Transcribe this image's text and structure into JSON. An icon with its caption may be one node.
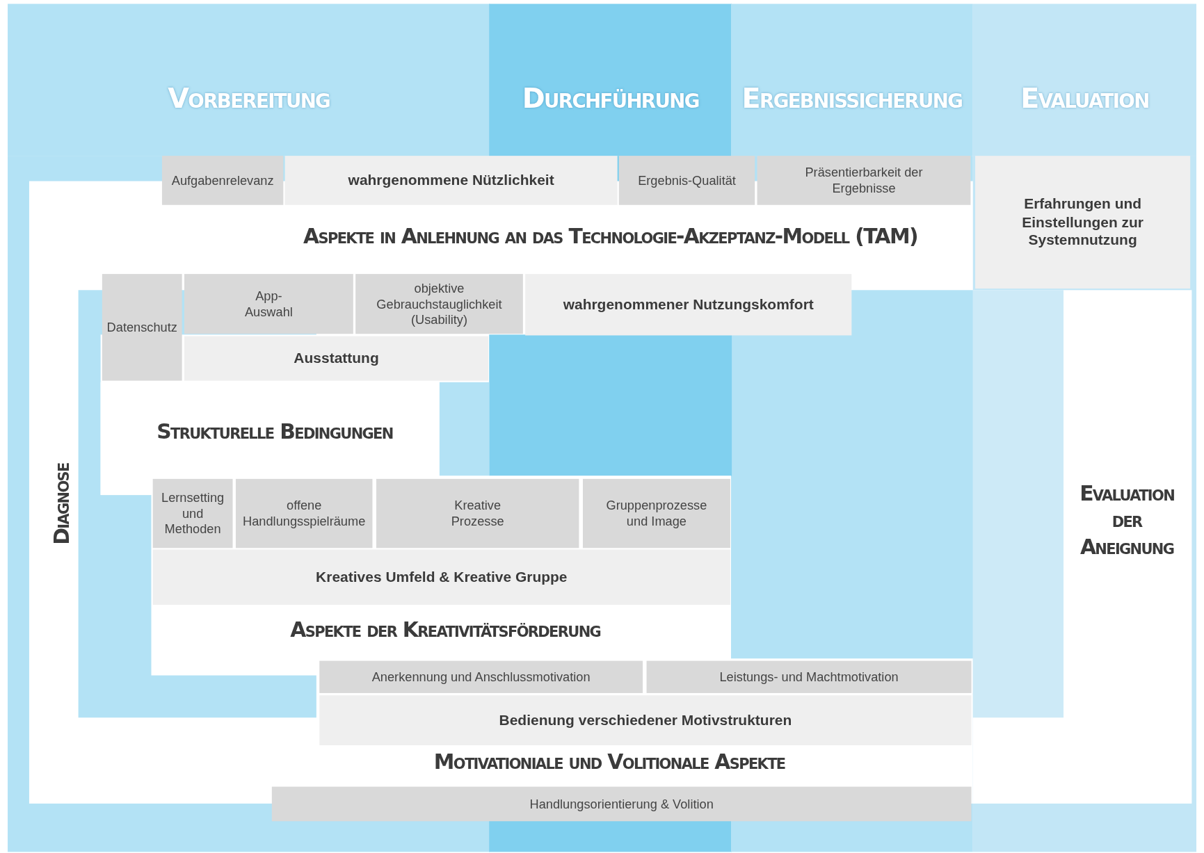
{
  "diagram": {
    "nodes": [
      {
        "text": [
          "Vorbereitung"
        ]
      },
      {
        "text": [
          "Durchführung"
        ]
      },
      {
        "text": [
          "Ergebnissicherung"
        ]
      },
      {
        "text": [
          "Evaluation"
        ]
      },
      {
        "text": [
          "Aufgabenrelevanz"
        ]
      },
      {
        "text": [
          "wahrgenommene Nützlichkeit"
        ]
      },
      {
        "text": [
          "Ergebnis-Qualität"
        ]
      },
      {
        "text": [
          "Präsentierbarkeit der Ergebnisse"
        ]
      },
      {
        "text": [
          "Erfahrungen und Einstellungen zur Systemnutzung"
        ]
      },
      {
        "text": [
          "Datenschutz"
        ]
      },
      {
        "text": [
          "App- Auswahl"
        ]
      },
      {
        "text": [
          "objektive Gebrauchstauglichkeit (Usability)"
        ]
      },
      {
        "text": [
          "wahrgenommener Nutzungskomfort"
        ]
      },
      {
        "text": [
          "Ausstattung"
        ]
      },
      {
        "text": [
          "Lernsetting und Methoden"
        ]
      },
      {
        "text": [
          "offene Handlungsspielräume"
        ]
      },
      {
        "text": [
          "Kreative Prozesse"
        ]
      },
      {
        "text": [
          "Gruppenprozesse und Image"
        ]
      },
      {
        "text": [
          "Kreatives Umfeld & Kreative Gruppe"
        ]
      },
      {
        "text": [
          "Anerkennung und Anschlussmotivation"
        ]
      },
      {
        "text": [
          "Leistungs- und Machtmotivation"
        ]
      },
      {
        "text": [
          "Bedienung verschiedener Motivstrukturen"
        ]
      },
      {
        "text": [
          "Handlungsorientierung & Volition"
        ]
      }
    ],
    "labels": [
      "Aspekte in Anlehnung an das Technologie-Akzeptanz-Modell (TAM)",
      "Strukturelle Bedingungen",
      "Diagnose",
      "Evaluation der Aneignung",
      "Aspekte der Kreativitätsförderung",
      "Motivationiale und Volitionale Aspekte"
    ]
  }
}
